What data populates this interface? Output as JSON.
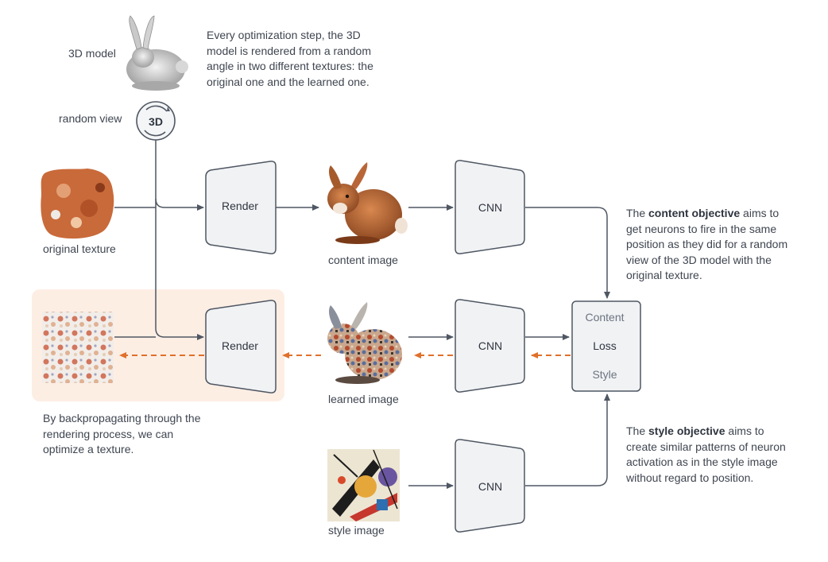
{
  "labels": {
    "model_3d": "3D model",
    "random_view": "random view",
    "view_badge": "3D",
    "original_texture": "original texture",
    "content_image": "content image",
    "learned_image": "learned image",
    "style_image": "style image"
  },
  "boxes": {
    "render_top": "Render",
    "render_bottom": "Render",
    "cnn_top": "CNN",
    "cnn_middle": "CNN",
    "cnn_bottom": "CNN"
  },
  "loss": {
    "content": "Content",
    "loss": "Loss",
    "style": "Style"
  },
  "notes": {
    "step": "Every optimization step, the 3D model is rendered from a random angle in two different textures: the original one and the learned one.",
    "backprop": "By backpropagating through the rendering process, we can optimize a texture.",
    "content_obj_bold": "content objective",
    "content_obj_pre": "The ",
    "content_obj_post": " aims to get neurons to fire in the same position as they did for a random view of the 3D model with the original texture.",
    "style_obj_bold": "style objective",
    "style_obj_pre": "The ",
    "style_obj_post": " aims to create similar patterns of neuron activation as in the style image without regard to position."
  },
  "colors": {
    "box_fill": "#f1f2f4",
    "box_stroke": "#4f5763",
    "arrow": "#4f5763",
    "backprop_arrow": "#e0702a",
    "highlight": "#fdeee4",
    "loss_muted": "#6b7480"
  }
}
